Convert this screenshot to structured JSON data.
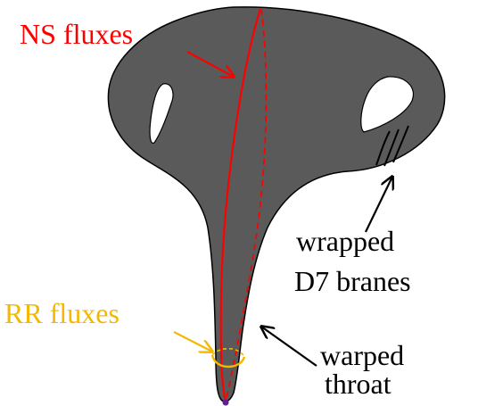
{
  "labels": {
    "ns_fluxes": "NS fluxes",
    "rr_fluxes": "RR fluxes",
    "d7_line1": "wrapped",
    "d7_line2": "D7 branes",
    "throat_line1": "warped",
    "throat_line2": "throat"
  },
  "colors": {
    "manifold_fill": "#5a5a5a",
    "outline": "#000000",
    "ns_flux": "#ff0000",
    "rr_flux": "#f5b800",
    "hole_fill": "#ffffff",
    "tip_point": "#6a1b9a",
    "text_default": "#000000"
  }
}
